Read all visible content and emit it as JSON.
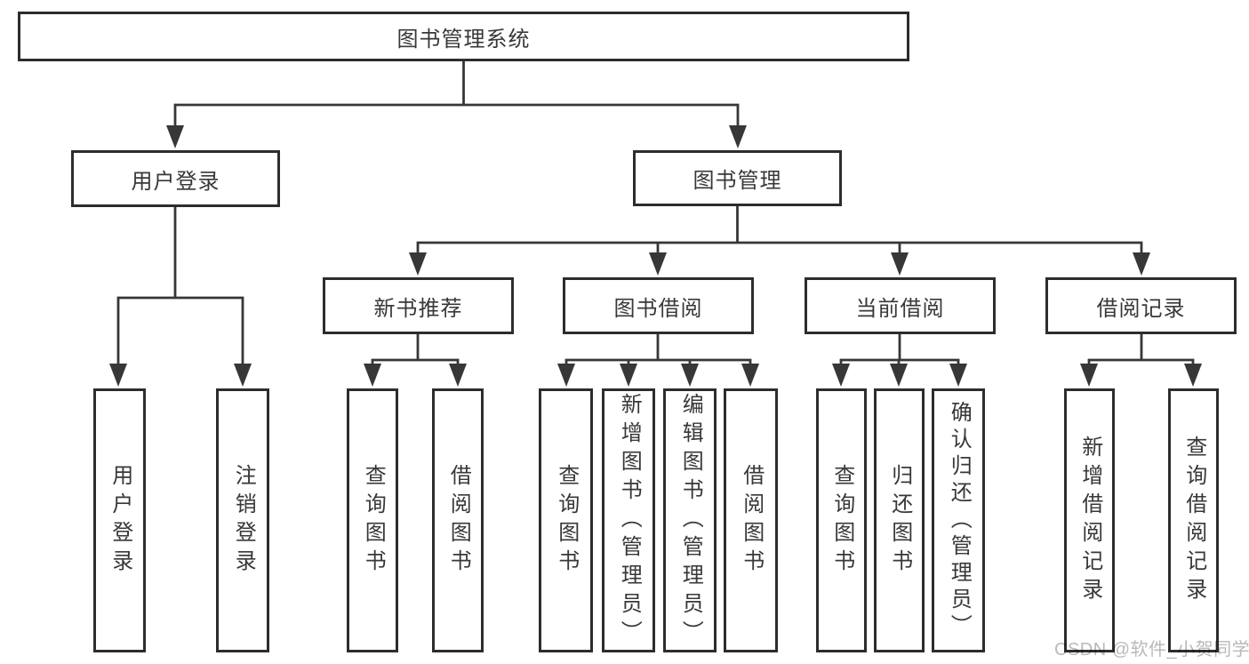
{
  "diagram": {
    "root": {
      "label": "图书管理系统"
    },
    "level2": [
      {
        "label": "用户登录"
      },
      {
        "label": "图书管理"
      }
    ],
    "level3": [
      {
        "label": "新书推荐",
        "parent": "图书管理"
      },
      {
        "label": "图书借阅",
        "parent": "图书管理"
      },
      {
        "label": "当前借阅",
        "parent": "图书管理"
      },
      {
        "label": "借阅记录",
        "parent": "图书管理"
      }
    ],
    "leaves": [
      {
        "label": "用户登录",
        "parent": "用户登录"
      },
      {
        "label": "注销登录",
        "parent": "用户登录"
      },
      {
        "label": "查询图书",
        "parent": "新书推荐"
      },
      {
        "label": "借阅图书",
        "parent": "新书推荐"
      },
      {
        "label": "查询图书",
        "parent": "图书借阅"
      },
      {
        "label": "新增图书（管理员）",
        "parent": "图书借阅"
      },
      {
        "label": "编辑图书（管理员）",
        "parent": "图书借阅"
      },
      {
        "label": "借阅图书",
        "parent": "图书借阅"
      },
      {
        "label": "查询图书",
        "parent": "当前借阅"
      },
      {
        "label": "归还图书",
        "parent": "当前借阅"
      },
      {
        "label": "确认归还（管理员）",
        "parent": "当前借阅"
      },
      {
        "label": "新增借阅记录",
        "parent": "借阅记录"
      },
      {
        "label": "查询借阅记录",
        "parent": "借阅记录"
      }
    ]
  },
  "watermark": {
    "text": "CSDN @软件_小贺同学"
  },
  "colors": {
    "line": "#373737",
    "border": "#2d2d2d",
    "text": "#383838",
    "watermark": "#b9b9b9",
    "background": "#ffffff"
  }
}
